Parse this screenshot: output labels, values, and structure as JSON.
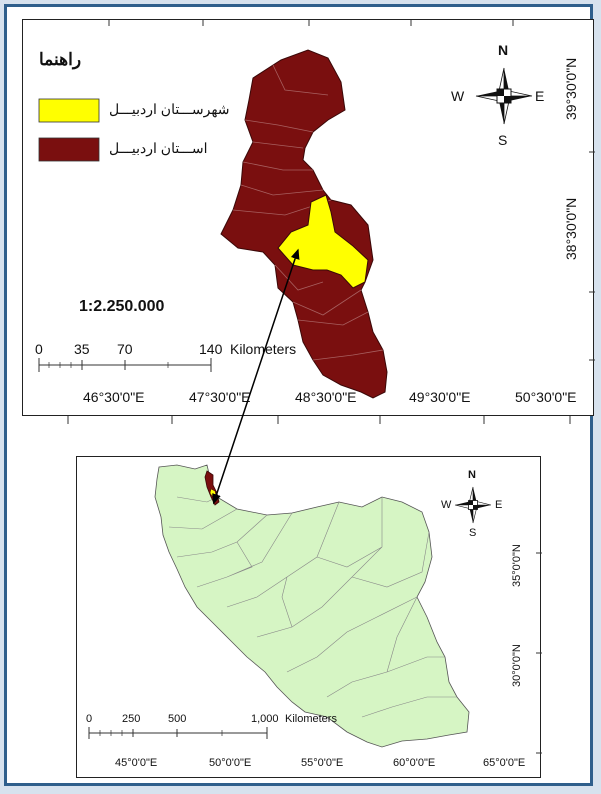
{
  "top_map": {
    "legend_title": "راهنما",
    "legend_items": [
      {
        "label": "شهرســـتان اردبیـــل",
        "color": "#ffff00"
      },
      {
        "label": "اســـتان اردبیـــل",
        "color": "#7a0f0f"
      }
    ],
    "scale_ratio": "1:2.250.000",
    "scalebar": {
      "ticks": [
        "0",
        "35",
        "70",
        "140"
      ],
      "unit": "Kilometers"
    },
    "lon_labels": [
      "46°30'0\"E",
      "47°30'0\"E",
      "48°30'0\"E",
      "49°30'0\"E",
      "50°30'0\"E"
    ],
    "lat_labels": [
      "39°30'0\"N",
      "38°30'0\"N"
    ],
    "compass": {
      "n": "N",
      "s": "S",
      "e": "E",
      "w": "W"
    }
  },
  "bottom_map": {
    "scalebar": {
      "ticks": [
        "0",
        "250",
        "500",
        "1,000"
      ],
      "unit": "Kilometers"
    },
    "lon_labels": [
      "45°0'0\"E",
      "50°0'0\"E",
      "55°0'0\"E",
      "60°0'0\"E",
      "65°0'0\"E"
    ],
    "lat_labels": [
      "35°0'0\"N",
      "30°0'0\"N"
    ],
    "compass": {
      "n": "N",
      "s": "S",
      "e": "E",
      "w": "W"
    }
  },
  "colors": {
    "province": "#7a0f0f",
    "county": "#ffff00",
    "iran": "#d6f5c4",
    "frame": "#2f5f8c"
  }
}
